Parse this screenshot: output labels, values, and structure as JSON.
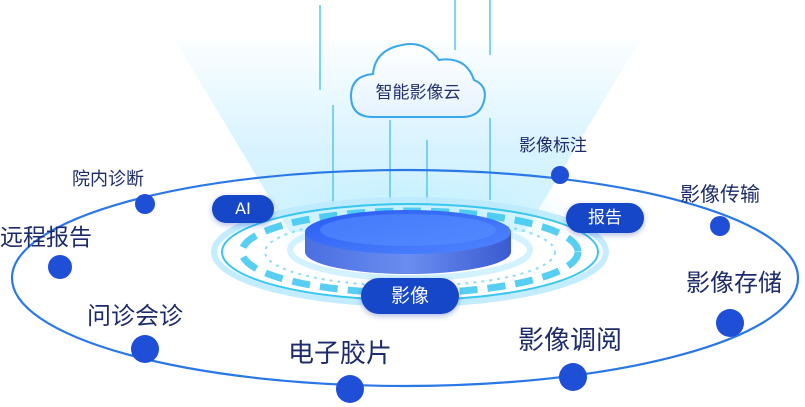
{
  "center": {
    "cloud_label": "智能影像云",
    "pill_ai": "AI",
    "pill_report": "报告",
    "pill_image": "影像"
  },
  "nodes": [
    {
      "id": "annotation",
      "label": "影像标注"
    },
    {
      "id": "transfer",
      "label": "影像传输"
    },
    {
      "id": "storage",
      "label": "影像存储"
    },
    {
      "id": "review",
      "label": "影像调阅"
    },
    {
      "id": "film",
      "label": "电子胶片"
    },
    {
      "id": "consult",
      "label": "问诊会诊"
    },
    {
      "id": "remote",
      "label": "远程报告"
    },
    {
      "id": "inhospital",
      "label": "院内诊断"
    }
  ],
  "colors": {
    "accent": "#1747c9",
    "node_dot": "#1f4fd6",
    "orbit": "#2a78e8",
    "ring_cyan": "#39c6f0",
    "text": "#1d2b6b"
  }
}
